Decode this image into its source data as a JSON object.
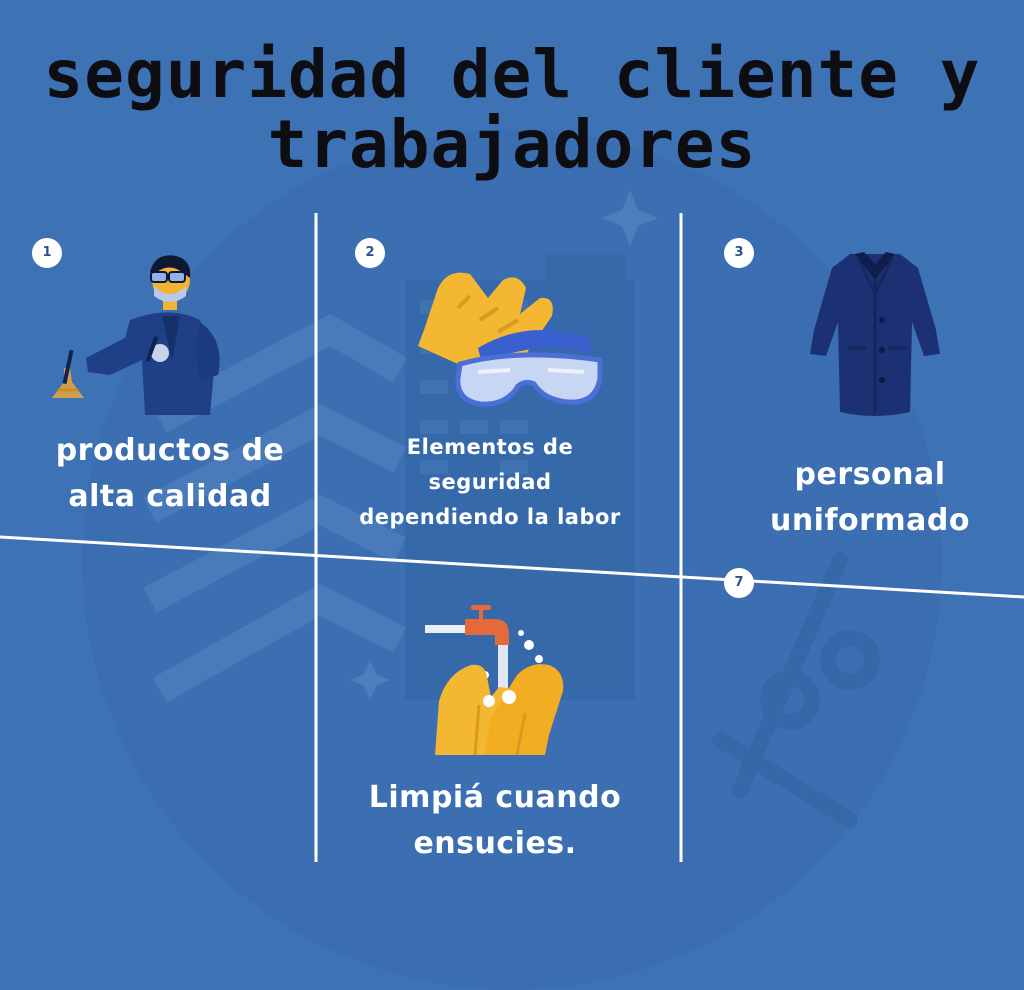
{
  "title": {
    "line1": "seguridad del cliente y",
    "line2": "trabajadores"
  },
  "panels": [
    {
      "badge": "1",
      "icon": "scientist-icon",
      "caption": [
        "productos de",
        "alta calidad"
      ]
    },
    {
      "badge": "2",
      "icon": "gloves-goggles-icon",
      "caption": [
        "Elementos de",
        "seguridad",
        "dependiendo la labor"
      ]
    },
    {
      "badge": "3",
      "icon": "lab-coat-icon",
      "caption": [
        "personal",
        "uniformado"
      ]
    },
    {
      "badge": "",
      "icon": "hand-washing-icon",
      "caption": [
        "Limpiá cuando",
        "ensucies."
      ]
    },
    {
      "badge": "7",
      "icon": "",
      "caption": []
    }
  ],
  "colors": {
    "background": "#3d72b4",
    "title": "#0d0d12",
    "caption": "#ffffff",
    "accent_yellow": "#f4b731",
    "navy": "#1e3a78"
  }
}
